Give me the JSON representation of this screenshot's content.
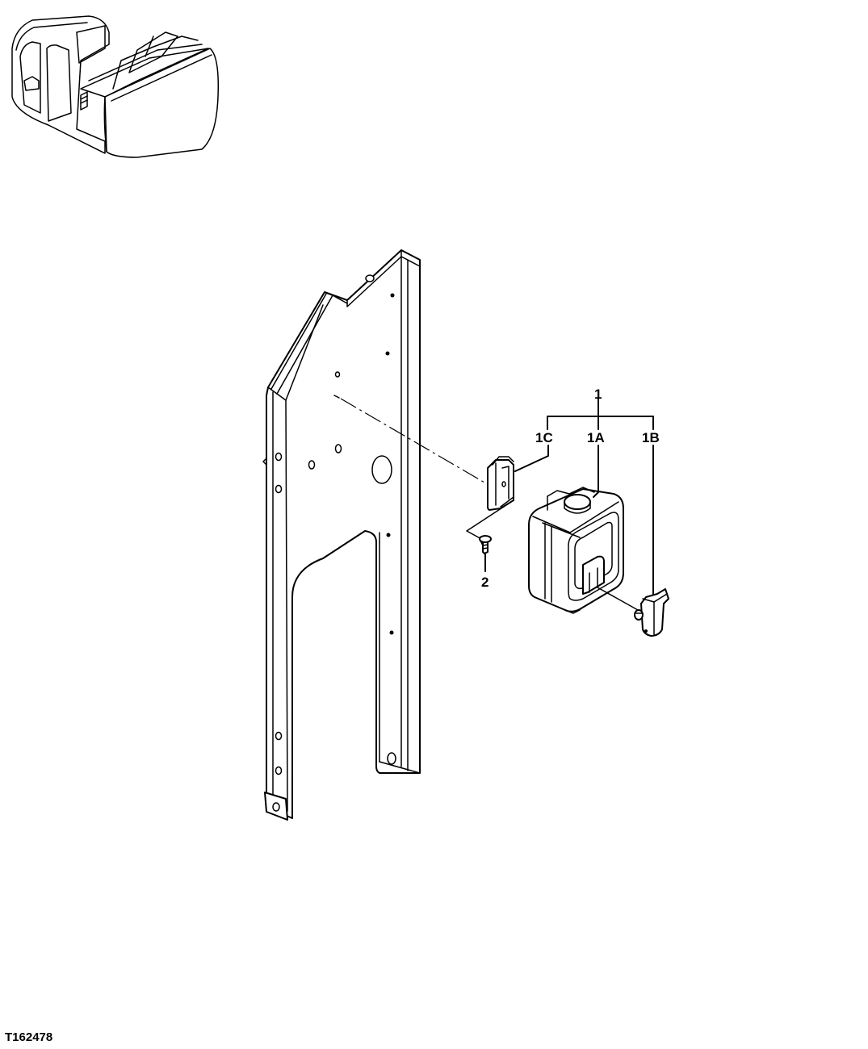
{
  "diagram": {
    "figure_id": "T162478",
    "callouts": {
      "assembly": "1",
      "tank": "1A",
      "pump": "1B",
      "bracket": "1C",
      "screw": "2"
    }
  }
}
